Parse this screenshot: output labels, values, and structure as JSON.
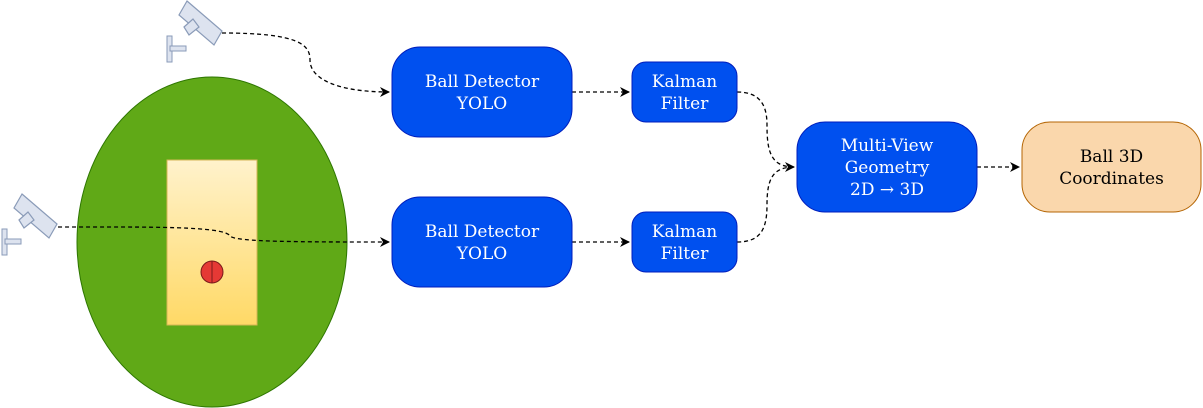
{
  "colors": {
    "field_fill": "#60a917",
    "field_stroke": "#2d7600",
    "pitch_top": "#fff2cc",
    "pitch_bottom": "#ffd966",
    "pitch_stroke": "#d6b656",
    "ball_fill": "#e53935",
    "process_fill": "#0050ef",
    "process_stroke": "#001dbc",
    "output_fill": "#fad7ac",
    "output_stroke": "#b46504",
    "camera_fill": "#dde3ef",
    "camera_stroke": "#8a9bb8"
  },
  "icons": {
    "camera_top": "cctv-camera-icon",
    "camera_left": "cctv-camera-icon"
  },
  "nodes": {
    "detector_top": {
      "line1": "Ball Detector",
      "line2": "YOLO"
    },
    "detector_bottom": {
      "line1": "Ball Detector",
      "line2": "YOLO"
    },
    "kalman_top": {
      "line1": "Kalman",
      "line2": "Filter"
    },
    "kalman_bottom": {
      "line1": "Kalman",
      "line2": "Filter"
    },
    "multiview": {
      "line1": "Multi-View",
      "line2": "Geometry",
      "line3": "2D → 3D"
    },
    "output": {
      "line1": "Ball 3D",
      "line2": "Coordinates"
    }
  }
}
